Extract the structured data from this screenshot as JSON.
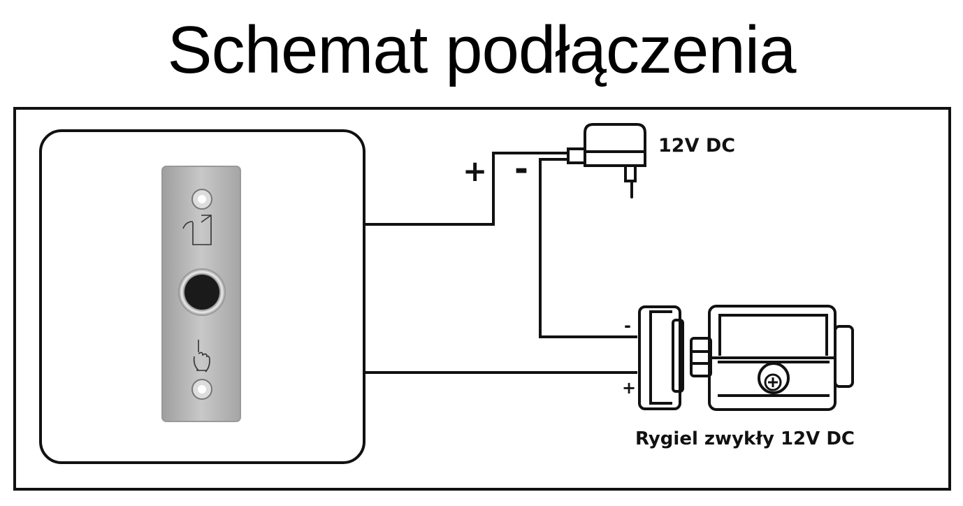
{
  "title": "Schemat podłączenia",
  "labels": {
    "power_supply": "12V DC",
    "plus_sign": "+",
    "minus_sign": "-",
    "lock_minus": "-",
    "lock_plus": "+",
    "lock_name": "Rygiel zwykły 12V DC"
  },
  "components": {
    "exit_button": {
      "icons": [
        "door-open-icon",
        "hand-press-icon"
      ]
    },
    "power_adapter": {
      "type": "plug-in adapter"
    },
    "lock": {
      "type": "electric bolt"
    }
  },
  "colors": {
    "line": "#111111",
    "plate": "#b9b9b9",
    "button": "#1a1a1a"
  }
}
